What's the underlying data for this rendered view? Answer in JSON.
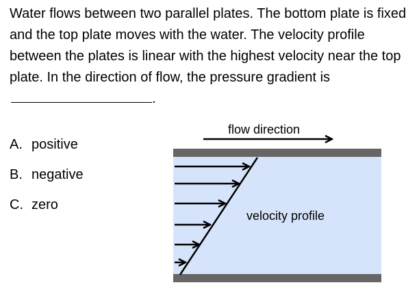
{
  "question": {
    "text": "Water flows between two parallel plates. The bottom plate is fixed and the top plate moves with the water. The velocity profile between the plates is linear with the highest velocity near the top plate. In the direction of flow, the pressure gradient is",
    "end_punct": "."
  },
  "options": [
    {
      "letter": "A.",
      "label": "positive"
    },
    {
      "letter": "B.",
      "label": "negative"
    },
    {
      "letter": "C.",
      "label": "zero"
    }
  ],
  "diagram": {
    "flow_label": "flow direction",
    "profile_label": "velocity profile",
    "colors": {
      "plate": "#666666",
      "fluid": "#d6e4fb",
      "ink": "#000000"
    }
  }
}
